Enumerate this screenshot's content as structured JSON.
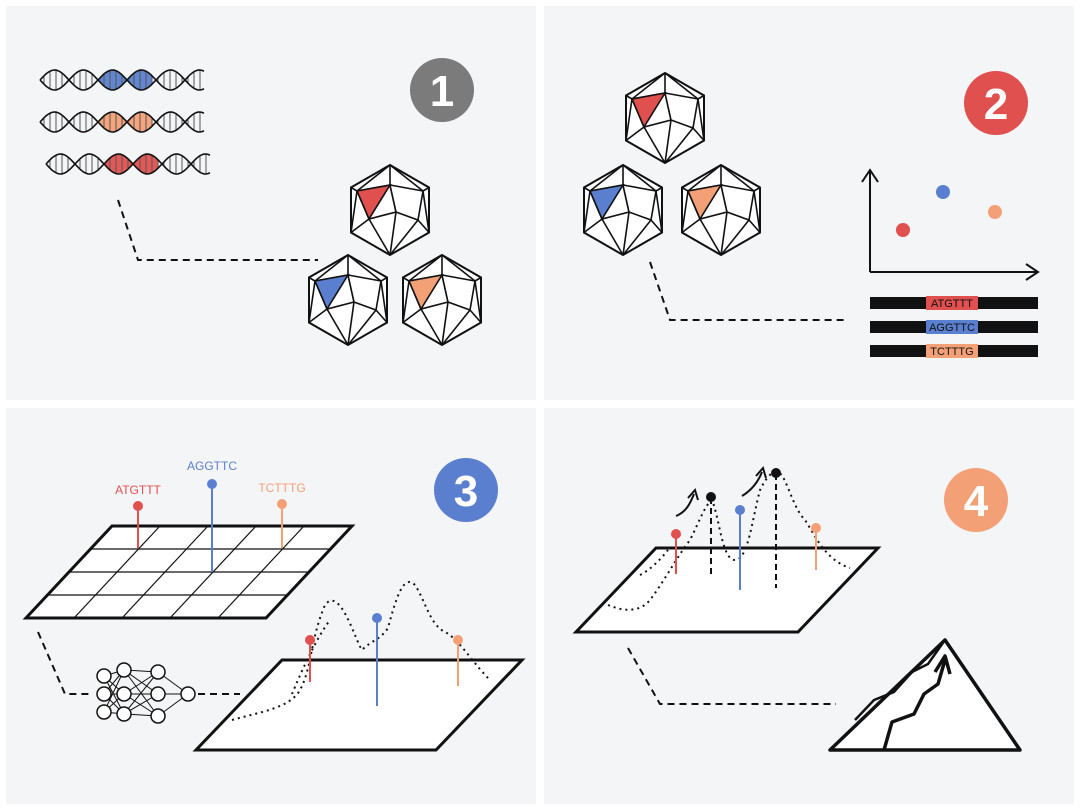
{
  "colors": {
    "red": "#e0504f",
    "blue": "#5b7fcf",
    "orange": "#f4a077",
    "grey": "#7b7b7b",
    "ink": "#111111",
    "panel": "#f4f5f7"
  },
  "panels": [
    {
      "number": "1",
      "badge_color": "#7b7b7b"
    },
    {
      "number": "2",
      "badge_color": "#e0504f"
    },
    {
      "number": "3",
      "badge_color": "#5b7fcf"
    },
    {
      "number": "4",
      "badge_color": "#f4a077"
    }
  ],
  "sequences": [
    {
      "text": "ATGTTT",
      "color": "#e0504f"
    },
    {
      "text": "AGGTTC",
      "color": "#5b7fcf"
    },
    {
      "text": "TCTTTG",
      "color": "#f4a077"
    }
  ],
  "icons": {
    "dna": "dna-helix-icon",
    "capsid": "icosahedron-capsid-icon",
    "network": "neural-network-icon",
    "mountain": "mountain-path-icon"
  }
}
